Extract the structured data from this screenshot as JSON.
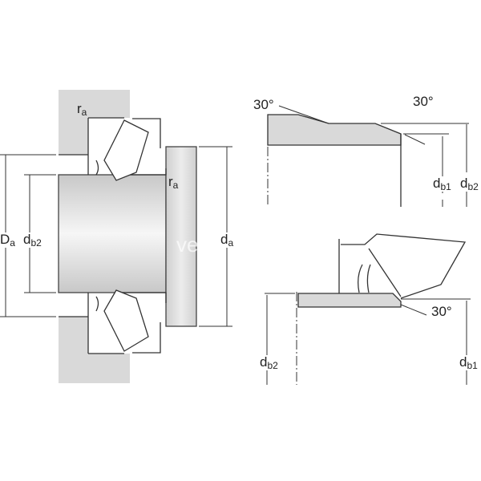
{
  "labels": {
    "ra_top": {
      "main": "r",
      "sub": "a"
    },
    "ra_inner": {
      "main": "r",
      "sub": "a"
    },
    "Da": {
      "main": "D",
      "sub": "a"
    },
    "db2_left": {
      "main": "d",
      "sub": "b2"
    },
    "da": {
      "main": "d",
      "sub": "a"
    },
    "angle_top_left": "30°",
    "angle_top_right": "30°",
    "db1_top": {
      "main": "d",
      "sub": "b1"
    },
    "db2_top": {
      "main": "d",
      "sub": "b2"
    },
    "angle_bottom": "30°",
    "db2_bottom": {
      "main": "d",
      "sub": "b2"
    },
    "db1_bottom": {
      "main": "d",
      "sub": "b1"
    }
  },
  "watermark": "ve",
  "colors": {
    "fill": "#d9d9d9",
    "line": "#333333"
  }
}
